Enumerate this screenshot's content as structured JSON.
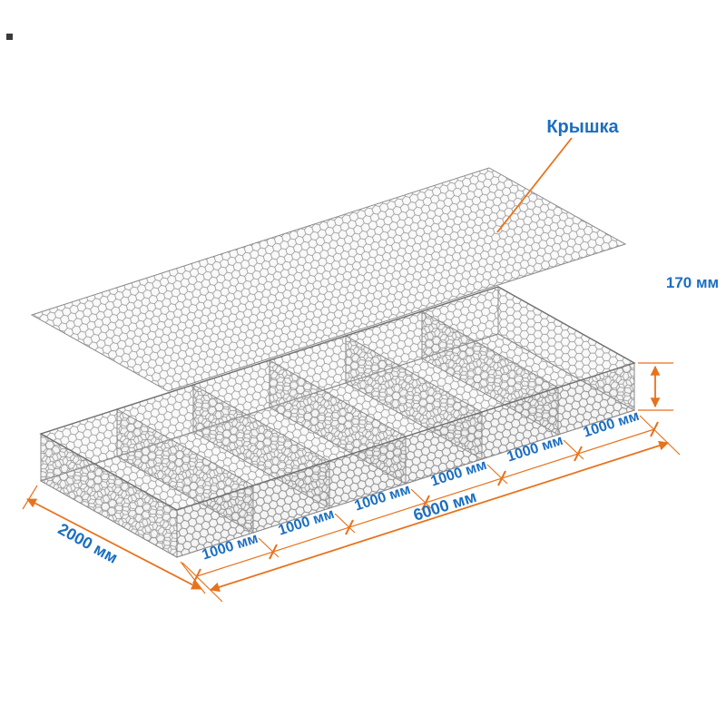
{
  "diagram": {
    "lid_label": "Крышка",
    "dims": {
      "height": "170 мм",
      "total_length": "6000 мм",
      "width": "2000 мм",
      "segments": [
        "1000 мм",
        "1000 мм",
        "1000 мм",
        "1000 мм",
        "1000 мм",
        "1000 мм"
      ]
    },
    "colors": {
      "dimension_line": "#E8721C",
      "label_text": "#1B6EC0",
      "mesh_wire": "#8D8D8D"
    },
    "compartments_count": 6
  }
}
